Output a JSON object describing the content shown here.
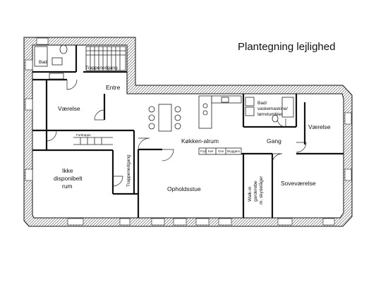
{
  "title": "Plantegning lejlighed",
  "rooms": {
    "bad": "Bad",
    "trappenedgang_top": "Trappenedgang",
    "entre": "Entre",
    "vaerelse_left": "Værelse",
    "bad_vask_line1": "Bad/",
    "bad_vask_line2": "vaskemaskine/",
    "bad_vask_line3": "tørretumbler",
    "vaerelse_right": "Værelse",
    "koekken_alrum": "Køkken-alrum",
    "gang": "Gang",
    "forttrappe": "Forttrappe",
    "trappenedgang_side": "Trappenedgang",
    "ikke_line1": "Ikke",
    "ikke_line2": "disponibelt",
    "ikke_line3": "rum",
    "opholdsstue": "Opholdsstue",
    "walkin_line1": "Walk-in",
    "walkin_line2": "garderobe",
    "walkin_line3": "m. skydelåger",
    "sovevaerelse": "Soveværelse"
  },
  "appliances": [
    "Frys",
    "Køl",
    "Ovn",
    "Bryggers"
  ]
}
